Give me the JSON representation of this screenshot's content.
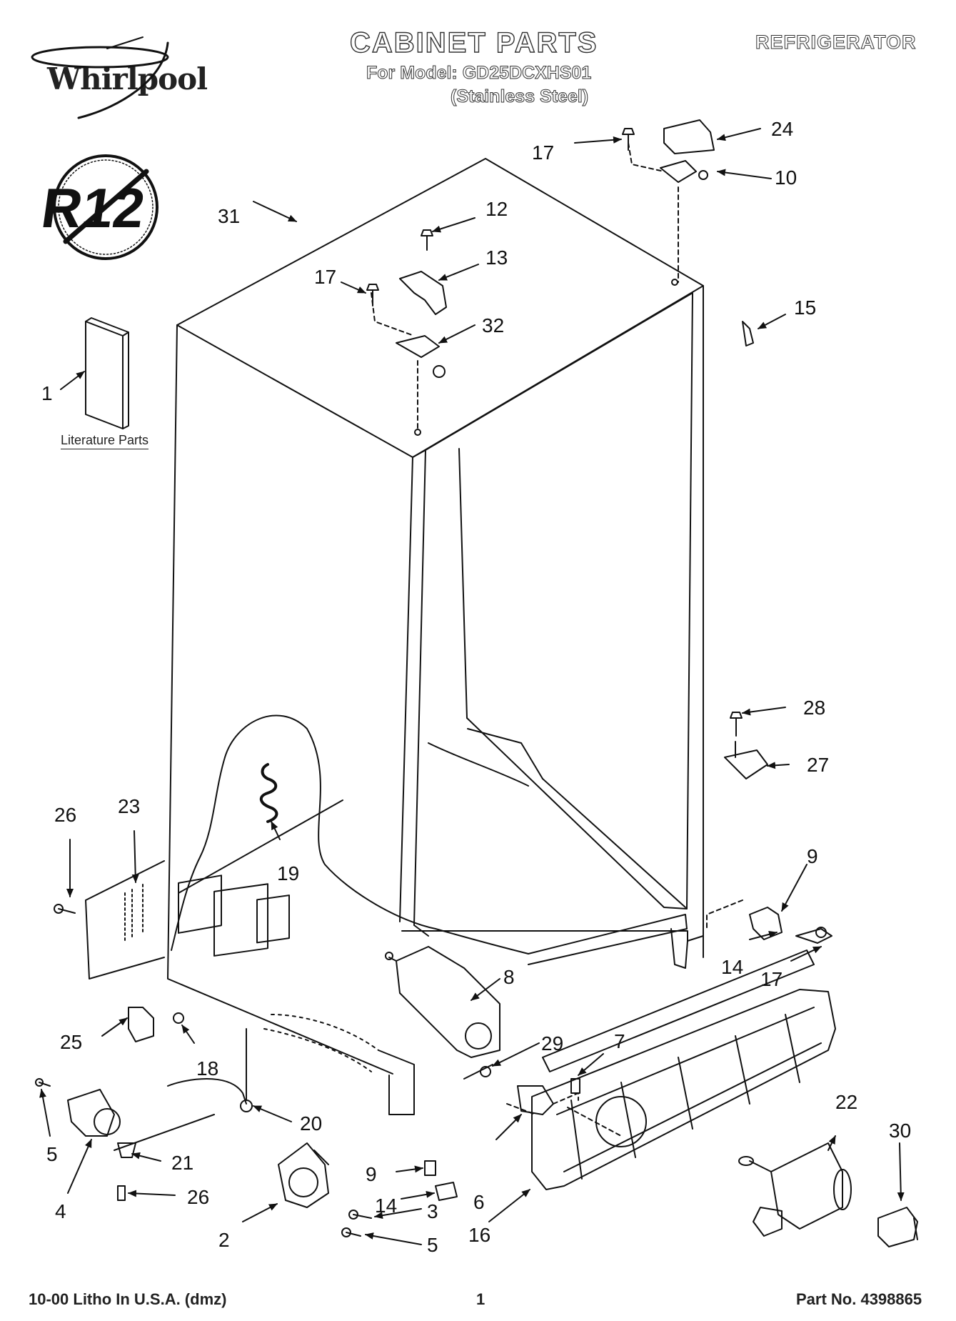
{
  "header": {
    "brand": "Whirlpool",
    "title": "CABINET PARTS",
    "model_line": "For Model: GD25DCXHS01",
    "finish": "(Stainless Steel)",
    "category": "REFRIGERATOR"
  },
  "badge": {
    "text": "R12"
  },
  "literature": {
    "label": "Literature Parts"
  },
  "footer": {
    "print_info": "10-00 Litho In U.S.A. (dmz)",
    "page": "1",
    "part_no": "Part No. 4398865"
  },
  "callouts": [
    {
      "id": "c31",
      "label": "31"
    },
    {
      "id": "c17a",
      "label": "17"
    },
    {
      "id": "c24",
      "label": "24"
    },
    {
      "id": "c10",
      "label": "10"
    },
    {
      "id": "c12",
      "label": "12"
    },
    {
      "id": "c13",
      "label": "13"
    },
    {
      "id": "c17b",
      "label": "17"
    },
    {
      "id": "c32",
      "label": "32"
    },
    {
      "id": "c15",
      "label": "15"
    },
    {
      "id": "c1",
      "label": "1"
    },
    {
      "id": "c28",
      "label": "28"
    },
    {
      "id": "c27",
      "label": "27"
    },
    {
      "id": "c26a",
      "label": "26"
    },
    {
      "id": "c23",
      "label": "23"
    },
    {
      "id": "c19",
      "label": "19"
    },
    {
      "id": "c9a",
      "label": "9"
    },
    {
      "id": "c14a",
      "label": "14"
    },
    {
      "id": "c17c",
      "label": "17"
    },
    {
      "id": "c8",
      "label": "8"
    },
    {
      "id": "c29",
      "label": "29"
    },
    {
      "id": "c7",
      "label": "7"
    },
    {
      "id": "c25",
      "label": "25"
    },
    {
      "id": "c18",
      "label": "18"
    },
    {
      "id": "c20",
      "label": "20"
    },
    {
      "id": "c22",
      "label": "22"
    },
    {
      "id": "c30",
      "label": "30"
    },
    {
      "id": "c9b",
      "label": "9"
    },
    {
      "id": "c14b",
      "label": "14"
    },
    {
      "id": "c6",
      "label": "6"
    },
    {
      "id": "c21",
      "label": "21"
    },
    {
      "id": "c5a",
      "label": "5"
    },
    {
      "id": "c4",
      "label": "4"
    },
    {
      "id": "c26b",
      "label": "26"
    },
    {
      "id": "c3",
      "label": "3"
    },
    {
      "id": "c5b",
      "label": "5"
    },
    {
      "id": "c2",
      "label": "2"
    },
    {
      "id": "c16",
      "label": "16"
    }
  ]
}
